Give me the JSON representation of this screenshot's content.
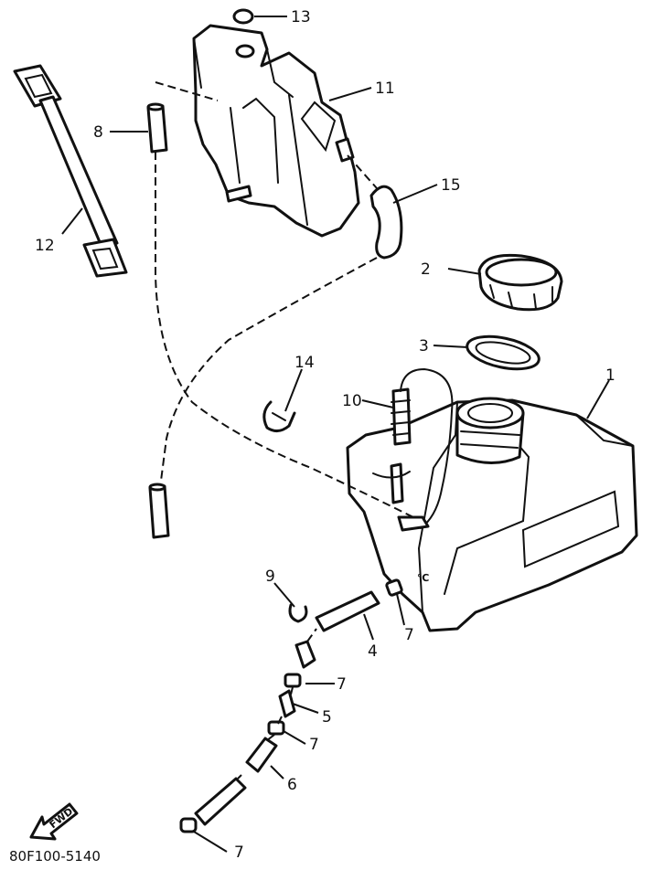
{
  "diagram_code": "80F100-5140",
  "fwd_label": "FWD",
  "callouts": {
    "c1": "1",
    "c2": "2",
    "c3": "3",
    "c4": "4",
    "c5": "5",
    "c6": "6",
    "c7a": "7",
    "c7b": "7",
    "c7c": "7",
    "c7d": "7",
    "c8": "8",
    "c9": "9",
    "c10": "10",
    "c11": "11",
    "c12": "12",
    "c13": "13",
    "c14": "14",
    "c15": "15"
  }
}
